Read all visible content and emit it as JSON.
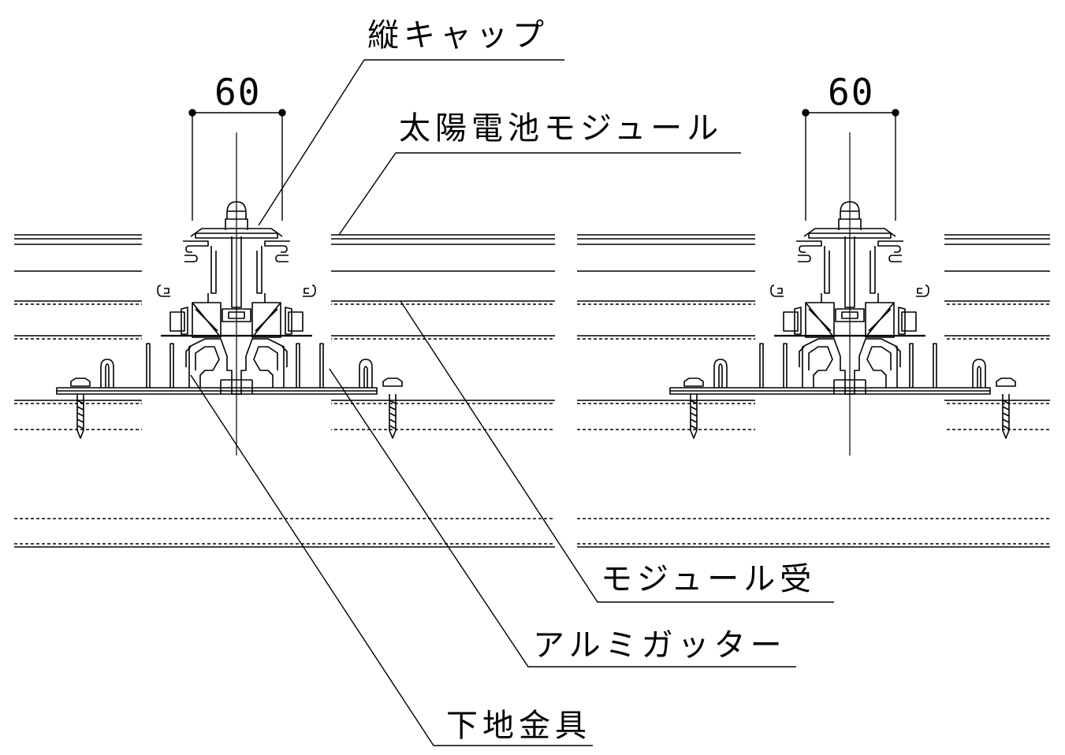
{
  "drawing": {
    "labels": {
      "vertical_cap": "縦キャップ",
      "solar_module": "太陽電池モジュール",
      "module_receiver": "モジュール受",
      "aluminum_gutter": "アルミガッター",
      "base_bracket": "下地金具"
    },
    "dimensions": {
      "left_width": "60",
      "right_width": "60"
    }
  }
}
